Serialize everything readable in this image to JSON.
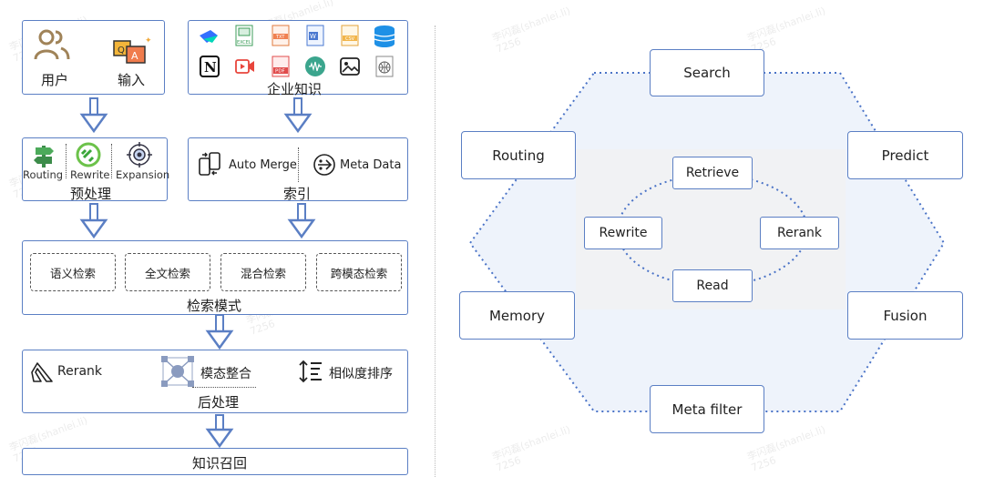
{
  "left": {
    "user_label": "用户",
    "input_label": "输入",
    "knowledge_label": "企业知识",
    "preprocess": {
      "title": "预处理",
      "items": [
        "Routing",
        "Rewrite",
        "Expansion"
      ]
    },
    "index": {
      "title": "索引",
      "items": [
        "Auto Merge",
        "Meta Data"
      ]
    },
    "retrieval": {
      "title": "检索模式",
      "modes": [
        "语义检索",
        "全文检索",
        "混合检索",
        "跨模态检索"
      ]
    },
    "postprocess": {
      "title": "后处理",
      "items": [
        "Rerank",
        "模态整合",
        "相似度排序"
      ]
    },
    "recall_label": "知识召回"
  },
  "right": {
    "outer_nodes": {
      "search": "Search",
      "predict": "Predict",
      "fusion": "Fusion",
      "meta_filter": "Meta filter",
      "memory": "Memory",
      "routing": "Routing"
    },
    "inner_nodes": {
      "retrieve": "Retrieve",
      "rerank": "Rerank",
      "read": "Read",
      "rewrite": "Rewrite"
    }
  },
  "icons": {
    "doc_types": [
      "lark-icon",
      "excel-icon",
      "txt-icon",
      "word-icon",
      "csv-icon",
      "database-icon",
      "notion-icon",
      "video-icon",
      "pdf-icon",
      "audio-icon",
      "image-icon",
      "web-icon"
    ],
    "file_badges": [
      "EXCEL",
      "TXT",
      "W",
      "CSV",
      "PDF"
    ]
  },
  "watermark": {
    "name": "李闪磊(shanlei.li)",
    "id": "7256"
  },
  "colors": {
    "border": "#5b7fc4",
    "arrow": "#5b7fc4",
    "hex_fill": "#eef3fb",
    "inner_fill": "#f2f2f2"
  }
}
